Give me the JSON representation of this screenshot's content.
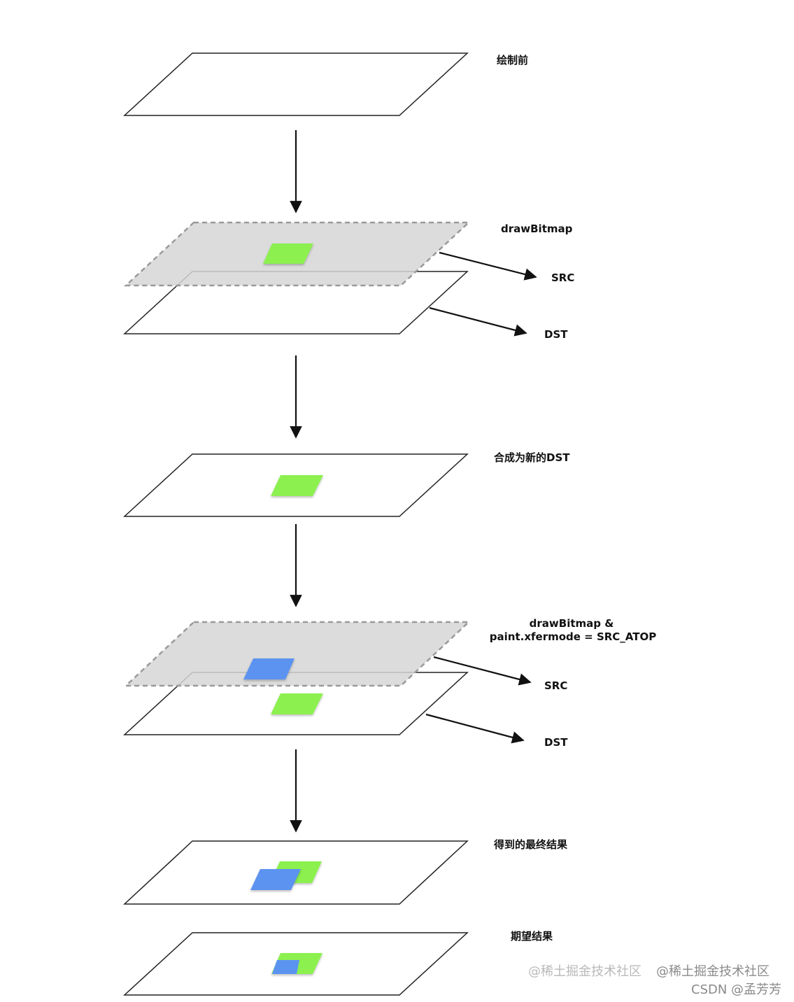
{
  "labels": {
    "before_draw": "绘制前",
    "draw_bitmap": "drawBitmap",
    "src_1": "SRC",
    "dst_1": "DST",
    "composite_new_dst": "合成为新的DST",
    "draw_bitmap_2_line1": "drawBitmap &",
    "draw_bitmap_2_line2": "paint.xfermode = SRC_ATOP",
    "src_2": "SRC",
    "dst_2": "DST",
    "final_result": "得到的最终结果",
    "expected_result": "期望结果"
  },
  "watermarks": {
    "juejin_1": "@稀土掘金技术社区",
    "juejin_2": "@稀土掘金技术社区",
    "csdn": "CSDN @孟芳芳"
  },
  "colors": {
    "green": "#8cf050",
    "blue": "#5b93f0",
    "src_layer_fill": "#d6d6d6",
    "stroke": "#222222"
  }
}
